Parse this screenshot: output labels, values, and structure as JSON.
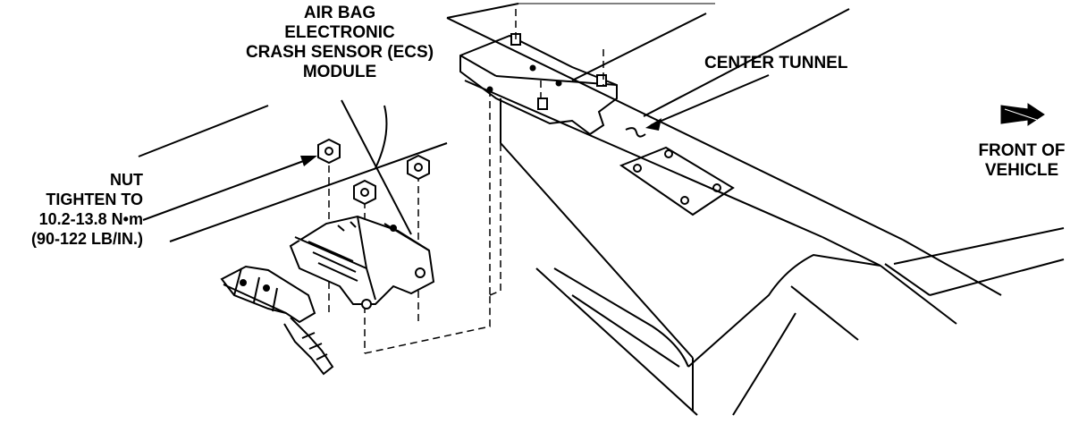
{
  "labels": {
    "module": [
      "AIR BAG",
      "ELECTRONIC",
      "CRASH SENSOR (ECS)",
      "MODULE"
    ],
    "center_tunnel": "CENTER TUNNEL",
    "front": [
      "FRONT OF",
      "VEHICLE"
    ],
    "nut": [
      "NUT",
      "TIGHTEN TO",
      "10.2-13.8 N•m",
      "(90-122 LB/IN.)"
    ]
  },
  "icons": {
    "front_arrow": "front-direction-arrow-icon"
  },
  "colors": {
    "ink": "#000000",
    "paper": "#ffffff"
  }
}
